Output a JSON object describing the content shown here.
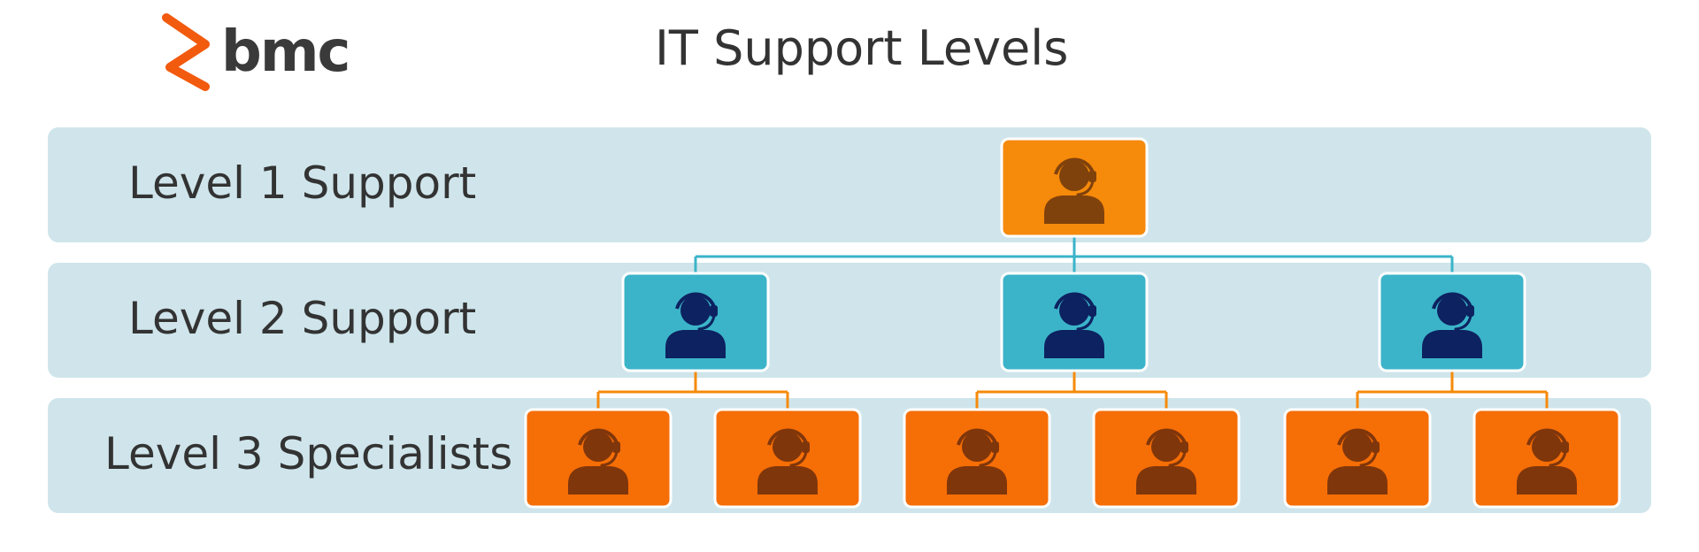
{
  "header": {
    "logo_text": "bmc",
    "title": "IT Support Levels"
  },
  "levels": [
    {
      "label": "Level 1 Support",
      "agents": 1
    },
    {
      "label": "Level 2 Support",
      "agents": 3
    },
    {
      "label": "Level 3 Specialists",
      "agents": 6
    }
  ],
  "icons": {
    "agent": "headset-agent-icon",
    "logo": "bmc-logo-icon"
  },
  "colors": {
    "band": "#cfe5eb",
    "level1_tile": "#f68a0a",
    "level2_tile": "#3bb4c9",
    "level3_tile": "#f66e06",
    "level1_connector": "#3bb4c9",
    "level2_connector": "#f68a0a",
    "brand_orange": "#f25a0e"
  }
}
